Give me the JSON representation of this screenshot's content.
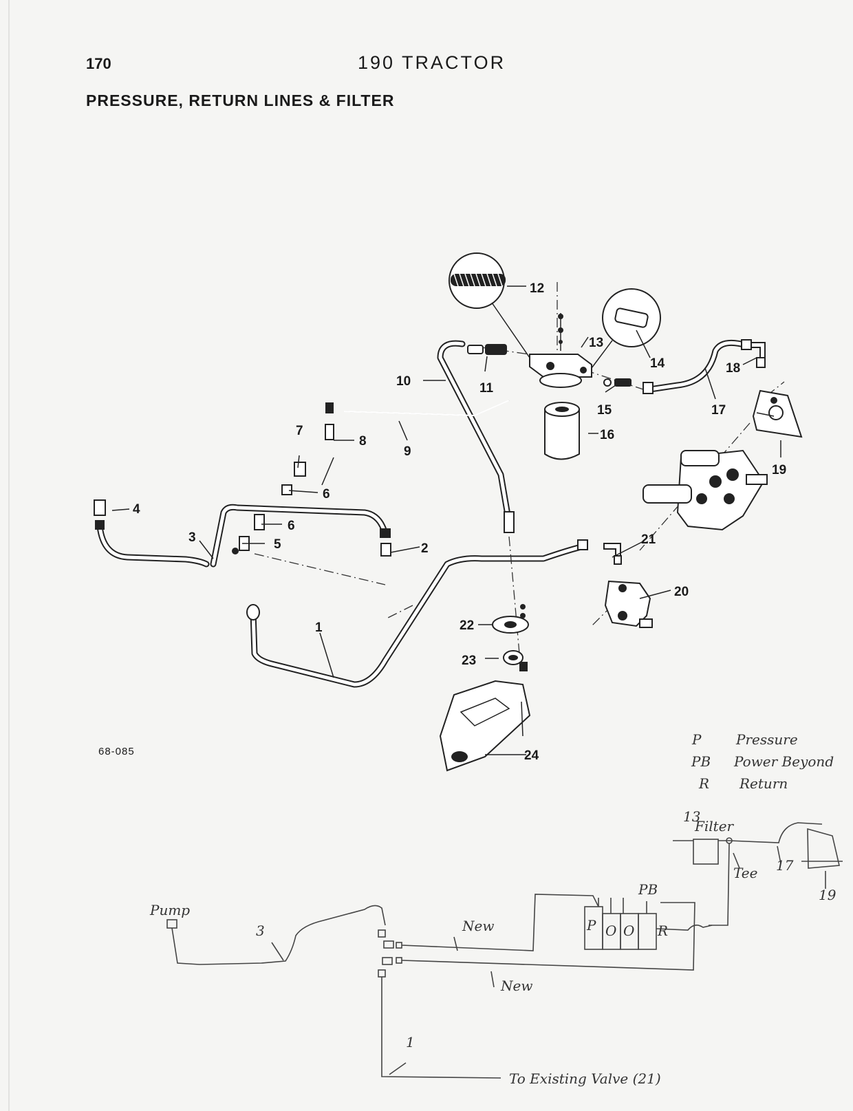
{
  "header": {
    "page_number": "170",
    "title": "190 TRACTOR",
    "subtitle": "PRESSURE, RETURN LINES & FILTER"
  },
  "figure_id": "68-085",
  "callouts": [
    "1",
    "2",
    "3",
    "4",
    "5",
    "6",
    "6",
    "7",
    "8",
    "9",
    "10",
    "11",
    "12",
    "13",
    "14",
    "15",
    "16",
    "17",
    "18",
    "19",
    "20",
    "21",
    "22",
    "23",
    "24"
  ],
  "legend": [
    {
      "code": "P",
      "label": "Pressure"
    },
    {
      "code": "PB",
      "label": "Power Beyond"
    },
    {
      "code": "R",
      "label": "Return"
    }
  ],
  "sketch": {
    "filter_num": "13",
    "filter_label": "Filter",
    "tee_label": "Tee",
    "line17": "17",
    "part19": "19",
    "pump_label": "Pump",
    "line3": "3",
    "new_label_1": "New",
    "new_label_2": "New",
    "pb_label": "PB",
    "port_p": "P",
    "port_o1": "O",
    "port_o2": "O",
    "port_r": "R",
    "line1": "1",
    "existing_valve": "To Existing Valve (21)"
  }
}
